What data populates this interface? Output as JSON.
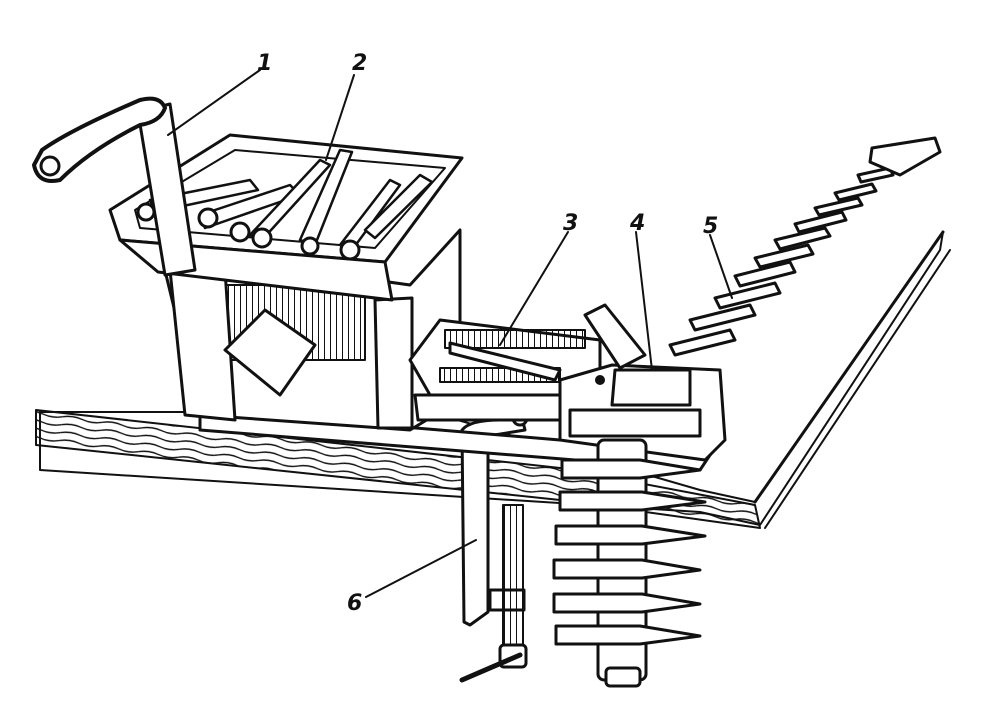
{
  "figure": {
    "labels": [
      {
        "id": "1",
        "text": "1"
      },
      {
        "id": "2",
        "text": "2"
      },
      {
        "id": "3",
        "text": "3"
      },
      {
        "id": "4",
        "text": "4"
      },
      {
        "id": "5",
        "text": "5"
      },
      {
        "id": "6",
        "text": "6"
      }
    ]
  },
  "colors": {
    "ink": "#111111",
    "paper": "#ffffff"
  }
}
